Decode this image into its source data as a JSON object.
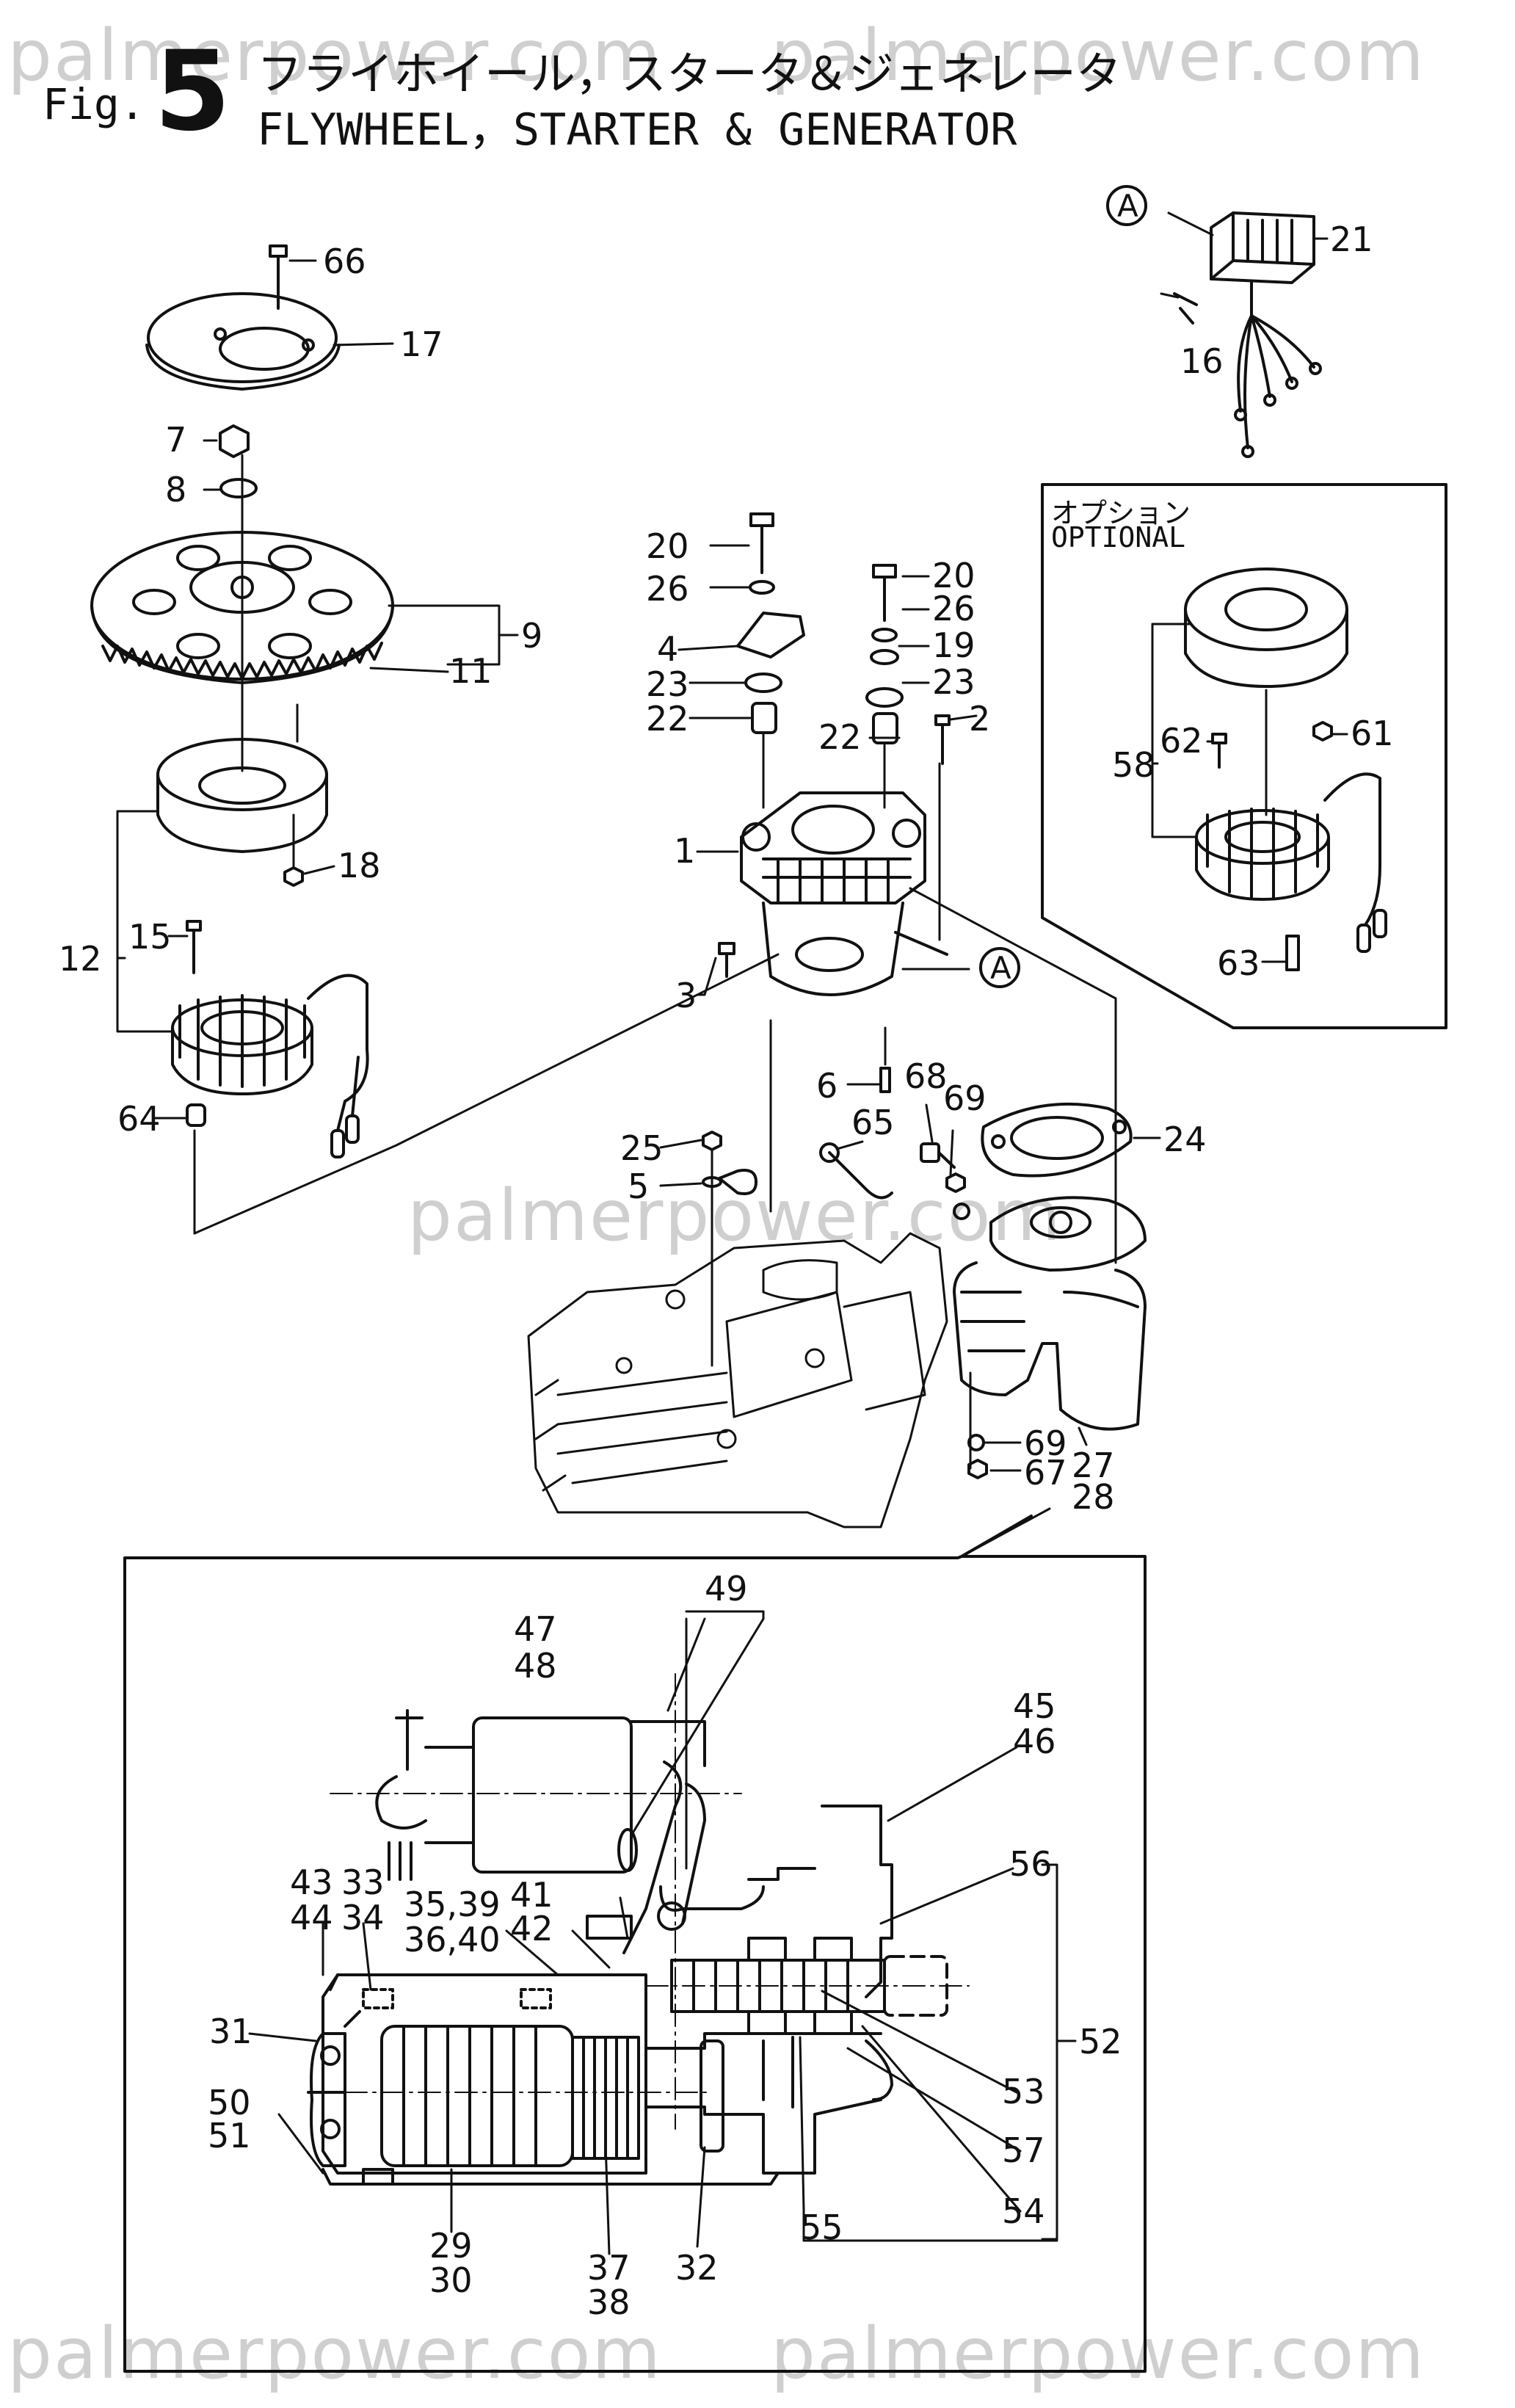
{
  "header": {
    "fig_prefix": "Fig.",
    "fig_number": "5",
    "title_jp": "フライホイール，スタータ＆ジェネレータ",
    "title_en": "FLYWHEEL，STARTER & GENERATOR"
  },
  "watermarks": [
    "palmerpower.com",
    "palmerpower.com",
    "palmerpower.com",
    "palmerpower.com",
    "palmerpower.com"
  ],
  "optional_box": {
    "label_jp": "オプション",
    "label_en": "OPTIONAL"
  },
  "callouts": {
    "c66": "66",
    "c17": "17",
    "c7": "7",
    "c8": "8",
    "c9": "9",
    "c11": "11",
    "c18": "18",
    "c12": "12",
    "c15": "15",
    "c64": "64",
    "c20a": "20",
    "c26a": "26",
    "c4": "4",
    "c23a": "23",
    "c22a": "22",
    "c20b": "20",
    "c26b": "26",
    "c19": "19",
    "c23b": "23",
    "c22b": "22",
    "c2": "2",
    "c1": "1",
    "c3": "3",
    "cA1": "A",
    "c6": "6",
    "c21": "21",
    "c16": "16",
    "cA2": "A",
    "c61": "61",
    "c62": "62",
    "c58": "58",
    "c63": "63",
    "c68": "68",
    "c69a": "69",
    "c65": "65",
    "c25": "25",
    "c5": "5",
    "c24": "24",
    "c69b": "69",
    "c67": "67",
    "c27": "27",
    "c28": "28",
    "c49": "49",
    "c47": "47",
    "c48": "48",
    "c45": "45",
    "c46": "46",
    "c43": "43",
    "c44": "44",
    "c33": "33",
    "c34": "34",
    "c3539": "35,39",
    "c3640": "36,40",
    "c41": "41",
    "c42": "42",
    "c56": "56",
    "c52": "52",
    "c53": "53",
    "c57": "57",
    "c54": "54",
    "c31": "31",
    "c50": "50",
    "c51": "51",
    "c29": "29",
    "c30": "30",
    "c37": "37",
    "c38": "38",
    "c32": "32",
    "c55": "55"
  },
  "colors": {
    "ink": "#111111",
    "watermark": "#cfcfcf",
    "background": "#ffffff"
  }
}
